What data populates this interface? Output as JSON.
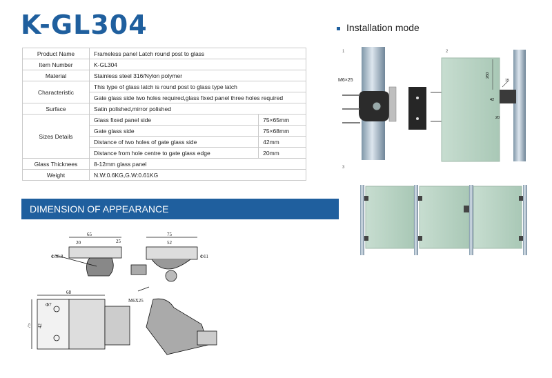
{
  "header": {
    "title": "K-GL304",
    "install_label": "Installation mode"
  },
  "spec": {
    "product_name": {
      "label": "Product Name",
      "value": "Frameless panel Latch round post to glass"
    },
    "item_number": {
      "label": "Item Number",
      "value": "K-GL304"
    },
    "material": {
      "label": "Material",
      "value": "Stainless steel 316/Nylon polymer"
    },
    "characteristic": {
      "label": "Characteristic",
      "line1": "This type of glass latch is   round post to glass type latch",
      "line2": "Gate glass side two holes required,glass   fixed panel three holes required"
    },
    "surface": {
      "label": "Surface",
      "value": "Satin polished,mirror polished"
    },
    "sizes": {
      "label": "Sizes Details",
      "rows": [
        {
          "k": "Glass fixed panel side",
          "v": "75×65mm"
        },
        {
          "k": "Gate glass side",
          "v": "75×68mm"
        },
        {
          "k": "Distance of two holes of gate glass side",
          "v": "42mm"
        },
        {
          "k": "Distance from hole centre to gate glass edge",
          "v": "20mm"
        }
      ]
    },
    "glass_thickness": {
      "label": "Glass Thicknees",
      "value": "8-12mm glass panel"
    },
    "weight": {
      "label": "Weight",
      "value": "N.W:0.6KG,G.W:0.61KG"
    }
  },
  "banner": "DIMENSION OF APPEARANCE",
  "install": {
    "fig1": "1",
    "fig2": "2",
    "fig3": "3",
    "screw": "M6×25",
    "d260": "260",
    "d42": "42",
    "d20": "20",
    "d15": "15"
  },
  "dims": {
    "d65": "65",
    "d25": "25",
    "d20": "20",
    "d30": "Φ30.8",
    "d75": "75",
    "d52": "52",
    "d11": "Φ11",
    "d68": "68",
    "d7": "Φ7",
    "d75b": "75",
    "d42": "42",
    "screw": "M6X25"
  }
}
